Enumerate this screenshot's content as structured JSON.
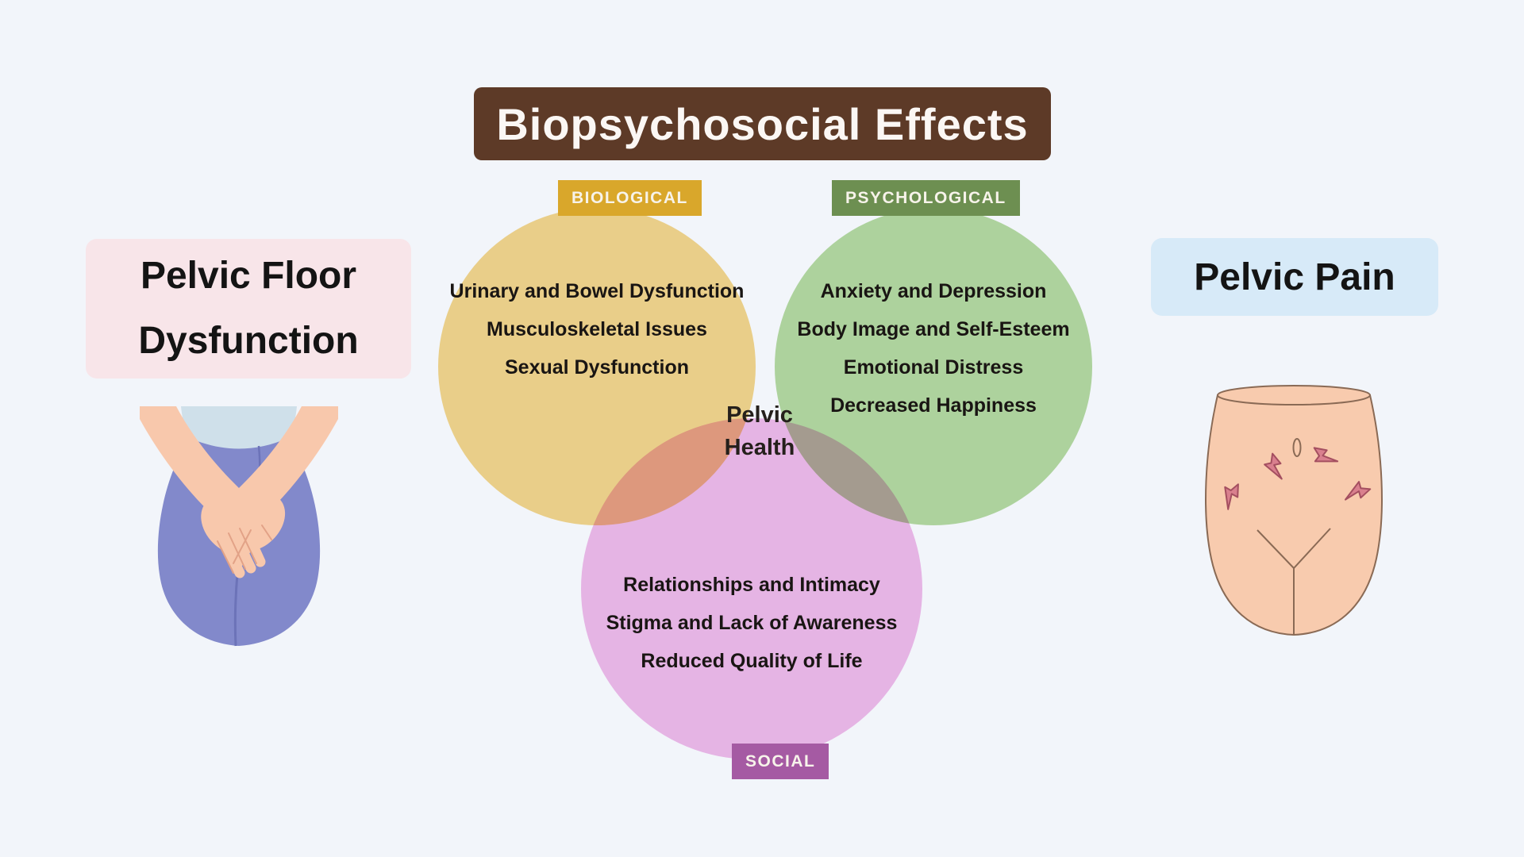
{
  "page": {
    "background_color": "#F2F5FA"
  },
  "title": {
    "text": "Biopsychosocial Effects",
    "bg_color": "#5D3A27",
    "text_color": "#FBF7F4"
  },
  "venn": {
    "center_label": {
      "line1": "Pelvic",
      "line2": "Health"
    },
    "circles": [
      {
        "id": "biological",
        "badge": "BIOLOGICAL",
        "badge_bg": "#D9A72B",
        "fill": "#F6D78C",
        "items": [
          "Urinary and Bowel Dysfunction",
          "Musculoskeletal Issues",
          "Sexual Dysfunction"
        ]
      },
      {
        "id": "psychological",
        "badge": "PSYCHOLOGICAL",
        "badge_bg": "#6D8F51",
        "fill": "#B7DBA0",
        "items": [
          "Anxiety and Depression",
          "Body Image and Self-Esteem",
          "Emotional Distress",
          "Decreased Happiness"
        ]
      },
      {
        "id": "social",
        "badge": "SOCIAL",
        "badge_bg": "#A55AA3",
        "fill": "#F2BCE9",
        "items": [
          "Relationships and Intimacy",
          "Stigma and Lack of Awareness",
          "Reduced Quality of Life"
        ]
      }
    ]
  },
  "side_labels": {
    "left": {
      "line1": "Pelvic Floor",
      "line2": "Dysfunction",
      "bg_color": "#F8E5E9"
    },
    "right": {
      "text": "Pelvic Pain",
      "bg_color": "#D7EAF8"
    }
  },
  "illustrations": {
    "left": "person-holding-pelvic-area-illustration",
    "right": "pelvis-with-pain-bolts-illustration"
  }
}
